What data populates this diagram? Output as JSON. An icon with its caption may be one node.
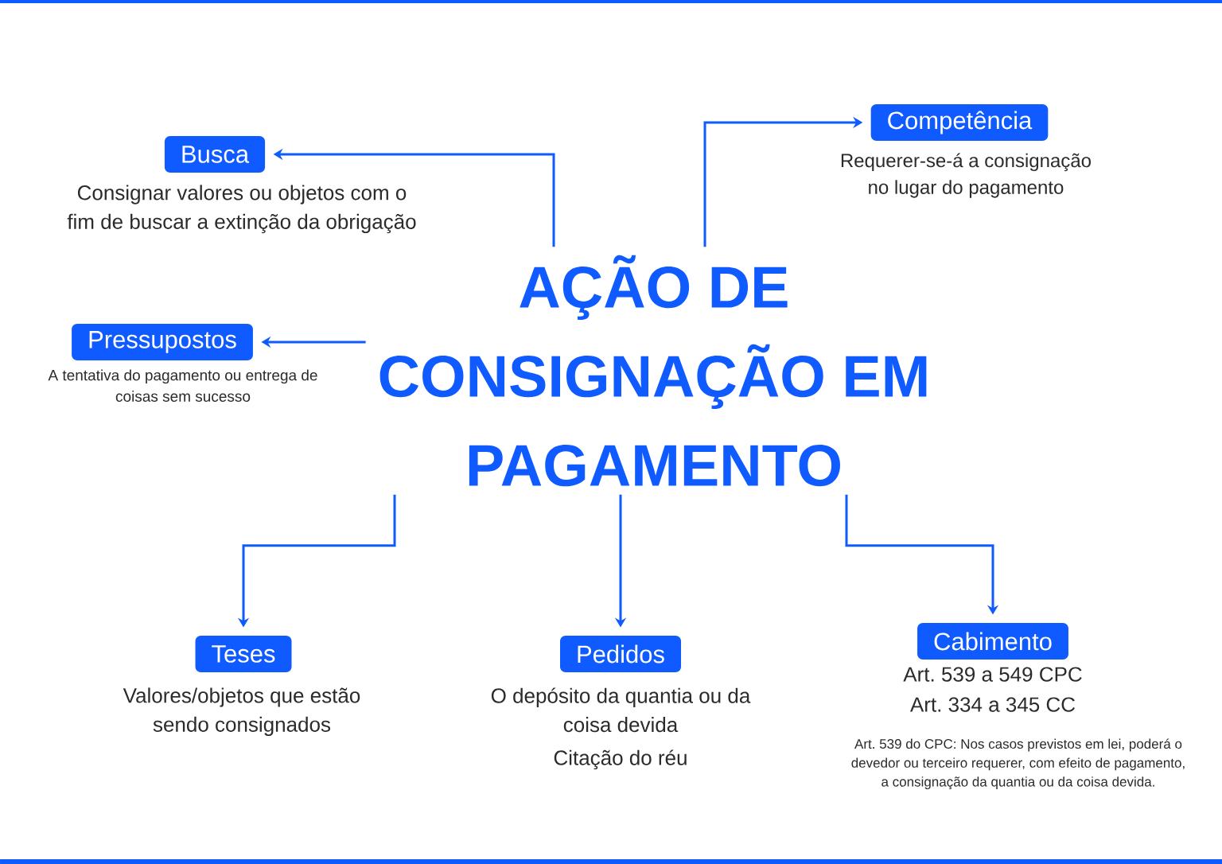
{
  "diagram": {
    "nodes": [
      {
        "text": [
          "AÇÃO DE CONSIGNAÇÃO EM PAGAMENTO"
        ]
      },
      {
        "text": [
          "Competência"
        ],
        "beside": [
          "Requerer-se-á a consignação no lugar do pagamento"
        ]
      },
      {
        "text": [
          "Busca"
        ],
        "beside": [
          "Consignar valores ou objetos com o fim de buscar a extinção da obrigação"
        ]
      },
      {
        "text": [
          "Pressupostos"
        ],
        "beside": [
          "A tentativa do pagamento ou entrega de coisas sem sucesso"
        ]
      },
      {
        "text": [
          "Teses"
        ],
        "beside": [
          "Valores/objetos que estão sendo consignados"
        ]
      },
      {
        "text": [
          "Pedidos"
        ],
        "beside": [
          "O depósito da quantia ou da coisa devida",
          "Citação do réu"
        ]
      },
      {
        "text": [
          "Cabimento"
        ],
        "beside": [
          "Art. 539 a 549 CPC",
          "Art. 334 a 345 CC",
          "Art. 539 do CPC: Nos casos previstos em lei, poderá o devedor ou terceiro requerer, com efeito de pagamento, a consignação da quantia ou da coisa devida."
        ]
      }
    ],
    "edges": [
      {
        "from": 0,
        "to": 1,
        "arrow": "to"
      },
      {
        "from": 0,
        "to": 2,
        "arrow": "to"
      },
      {
        "from": 0,
        "to": 3,
        "arrow": "to"
      },
      {
        "from": 0,
        "to": 4,
        "arrow": "to"
      },
      {
        "from": 0,
        "to": 5,
        "arrow": "to"
      },
      {
        "from": 0,
        "to": 6,
        "arrow": "to"
      }
    ]
  }
}
